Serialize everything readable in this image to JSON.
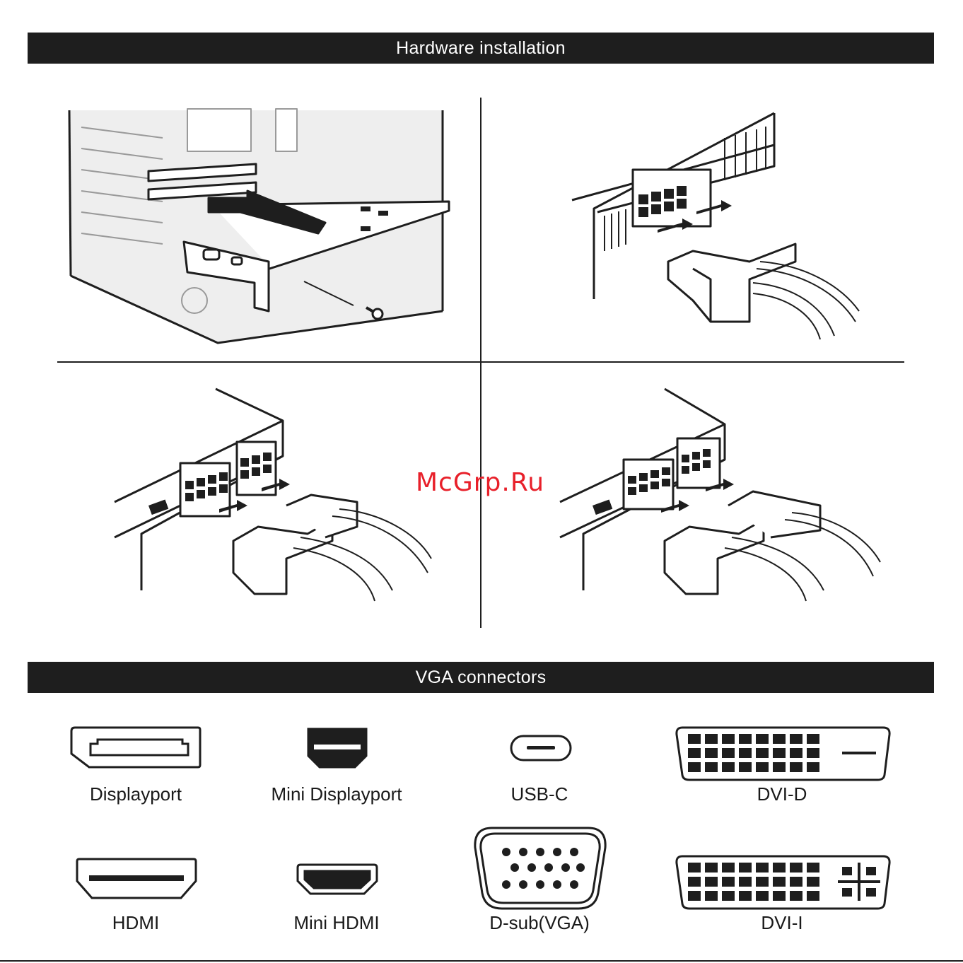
{
  "sections": {
    "hardware_title": "Hardware installation",
    "connectors_title": "VGA connectors"
  },
  "watermark": "McGrp.Ru",
  "connectors": [
    {
      "label": "Displayport"
    },
    {
      "label": "Mini Displayport"
    },
    {
      "label": "USB-C"
    },
    {
      "label": "DVI-D"
    },
    {
      "label": "HDMI"
    },
    {
      "label": "Mini HDMI"
    },
    {
      "label": "D-sub(VGA)"
    },
    {
      "label": "DVI-I"
    }
  ],
  "colors": {
    "ink": "#1e1e1e",
    "watermark": "#e8202a",
    "background": "#ffffff"
  }
}
